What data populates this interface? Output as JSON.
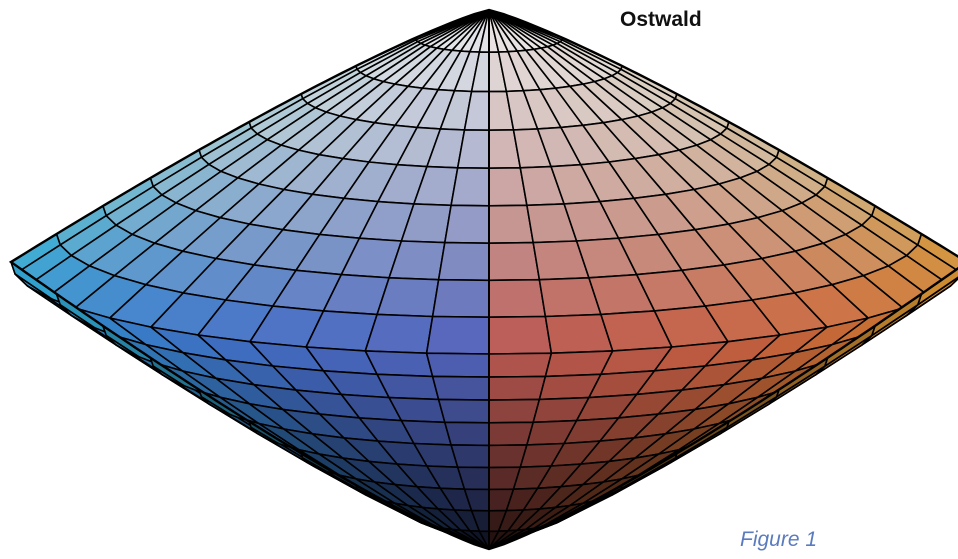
{
  "figure": {
    "title": "Ostwald",
    "caption": "Figure 1"
  },
  "solid": {
    "model": "Ostwald color solid (double cone)",
    "outline_color": "#000000",
    "surface_colors": {
      "left_edge_light": "#5fb8c9",
      "left_edge_mid": "#3b7fc4",
      "front_blue": "#3a4fa0",
      "center_gray": "#8c8c8c",
      "front_red": "#c83a38",
      "right_edge_orange": "#d98f2a",
      "right_edge_rust": "#b85a2e"
    }
  }
}
